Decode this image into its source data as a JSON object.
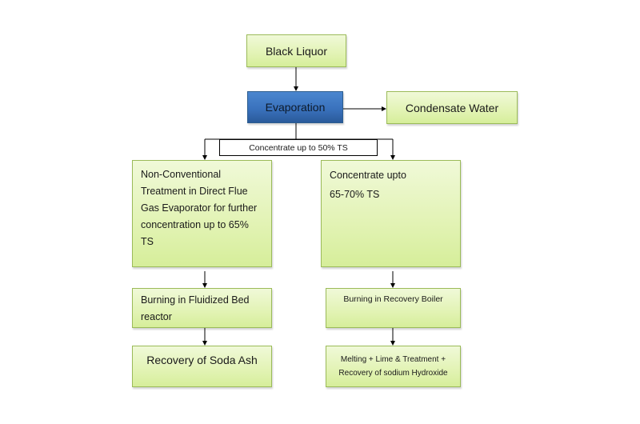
{
  "diagram": {
    "nodes": {
      "black_liquor": "Black Liquor",
      "evaporation": "Evaporation",
      "condensate_water": "Condensate Water",
      "split_label": "Concentrate up to 50% TS",
      "non_conventional": "Non-Conventional Treatment in Direct Flue Gas Evaporator for further concentration up to 65% TS",
      "concentrate_upto": "Concentrate upto 65-70% TS",
      "burning_fluidized": "Burning in Fluidized Bed reactor",
      "burning_recovery_boiler": "Burning in Recovery Boiler",
      "recovery_soda_ash": "Recovery of Soda Ash",
      "melting_lime": "Melting + Lime & Treatment + Recovery of sodium Hydroxide"
    },
    "edges": [
      {
        "from": "Black Liquor",
        "to": "Evaporation"
      },
      {
        "from": "Evaporation",
        "to": "Condensate Water"
      },
      {
        "from": "Evaporation",
        "to": "Non-Conventional Treatment",
        "label": "Concentrate up to 50% TS"
      },
      {
        "from": "Evaporation",
        "to": "Concentrate upto 65-70% TS",
        "label": "Concentrate up to 50% TS"
      },
      {
        "from": "Non-Conventional Treatment",
        "to": "Burning in Fluidized Bed reactor"
      },
      {
        "from": "Burning in Fluidized Bed reactor",
        "to": "Recovery of Soda Ash"
      },
      {
        "from": "Concentrate upto 65-70% TS",
        "to": "Burning in Recovery Boiler"
      },
      {
        "from": "Burning in Recovery Boiler",
        "to": "Melting + Lime & Treatment + Recovery of sodium Hydroxide"
      }
    ],
    "colors": {
      "node_fill": "#e2f3b4",
      "node_border": "#9bbb59",
      "highlight_fill": "#3a72bd",
      "line": "#000000"
    }
  }
}
